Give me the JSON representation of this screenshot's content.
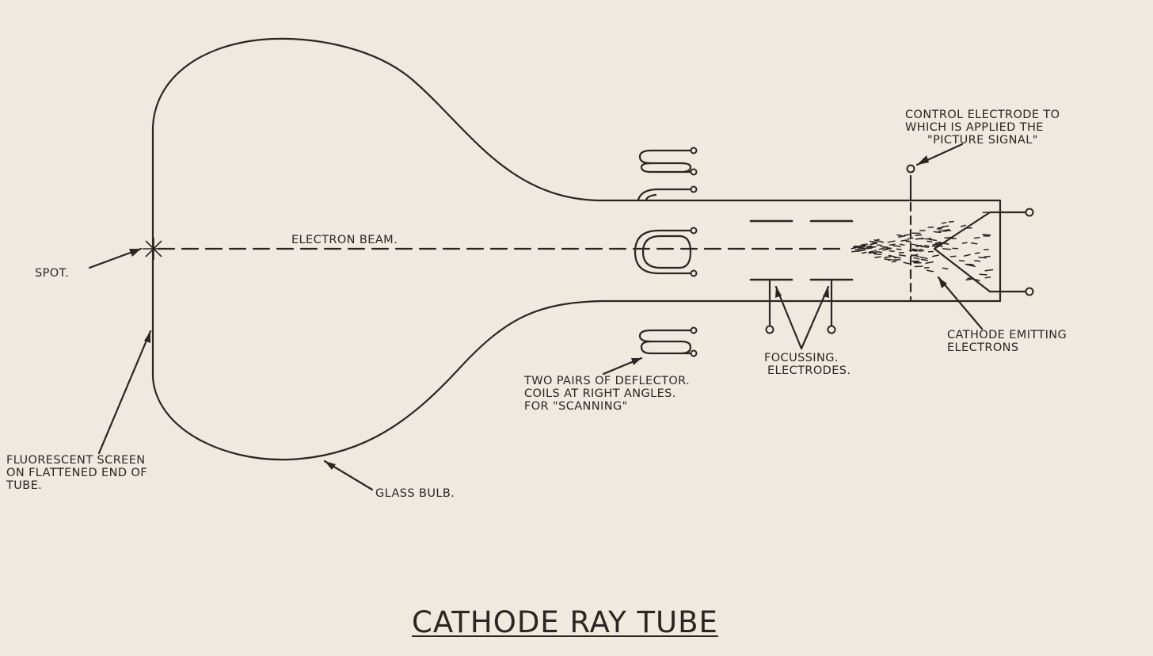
{
  "title": "CATHODE RAY TUBE",
  "labels": {
    "control_electrode": [
      "CONTROL ELECTRODE TO",
      "WHICH IS APPLIED THE",
      "\"PICTURE SIGNAL\""
    ],
    "electron_beam": "ELECTRON BEAM.",
    "spot": "SPOT.",
    "cathode": [
      "CATHODE EMITTING",
      "ELECTRONS"
    ],
    "focussing": [
      "FOCUSSING.",
      "ELECTRODES."
    ],
    "deflector": [
      "TWO PAIRS OF DEFLECTOR.",
      "COILS AT RIGHT ANGLES.",
      "FOR \"SCANNING\""
    ],
    "screen": [
      "FLUORESCENT SCREEN",
      "ON FLATTENED END OF",
      "TUBE."
    ],
    "glass_bulb": "GLASS BULB."
  },
  "colors": {
    "ink": "#2b2622",
    "paper": "#efe9df"
  }
}
